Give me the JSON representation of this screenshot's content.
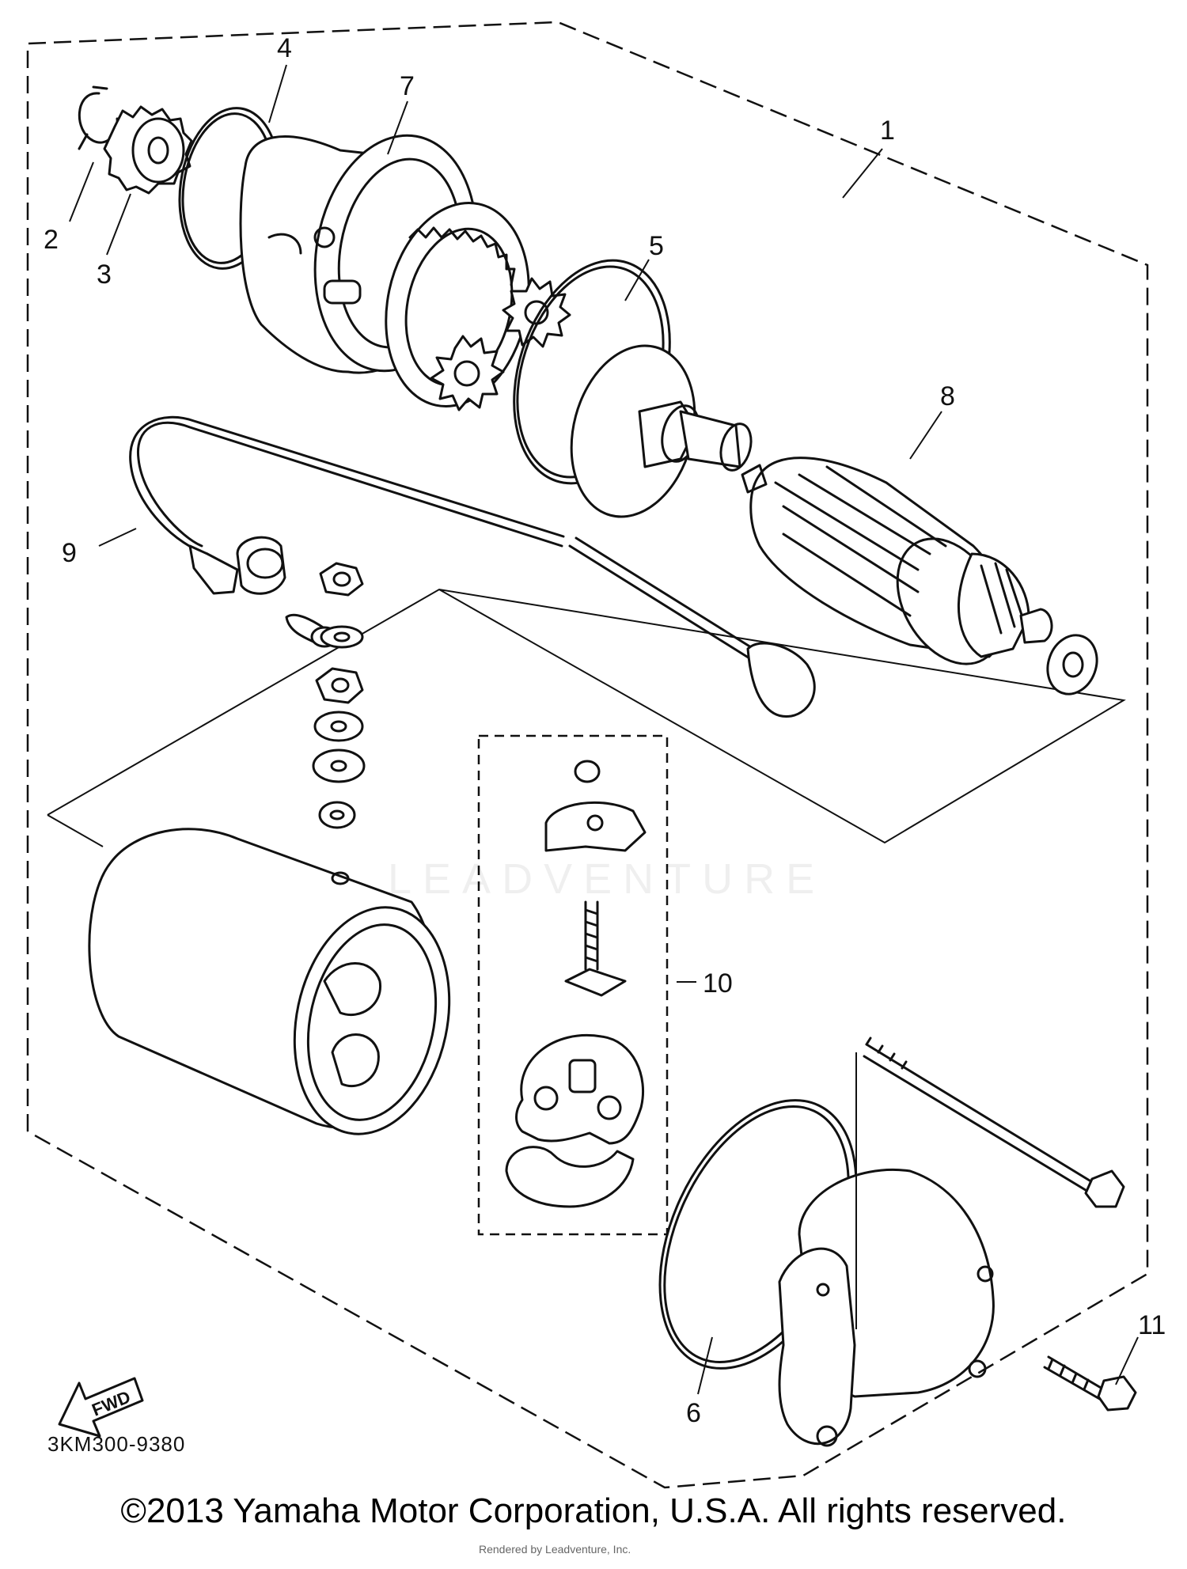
{
  "diagram": {
    "callouts": [
      {
        "id": "1",
        "label": "1"
      },
      {
        "id": "2",
        "label": "2"
      },
      {
        "id": "3",
        "label": "3"
      },
      {
        "id": "4",
        "label": "4"
      },
      {
        "id": "5",
        "label": "5"
      },
      {
        "id": "6",
        "label": "6"
      },
      {
        "id": "7",
        "label": "7"
      },
      {
        "id": "8",
        "label": "8"
      },
      {
        "id": "9",
        "label": "9"
      },
      {
        "id": "10",
        "label": "10"
      },
      {
        "id": "11",
        "label": "11"
      }
    ],
    "fwd_label": "FWD",
    "diagram_code": "3KM300-9380",
    "watermark": "LEADVENTURE",
    "copyright": "©2013 Yamaha Motor Corporation, U.S.A. All rights reserved.",
    "stamp": "Rendered by Leadventure, Inc."
  }
}
